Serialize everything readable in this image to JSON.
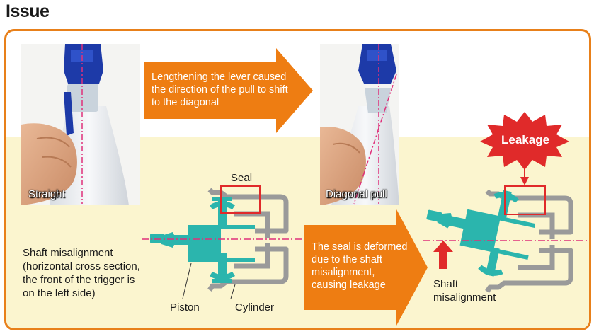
{
  "heading": "Issue",
  "photos": {
    "left_label": "Straight",
    "right_label": "Diagonal pull"
  },
  "top_arrow_text": [
    "Lengthening the lever caused",
    "the direction of the pull to shift",
    "to the diagonal"
  ],
  "left_diagram": {
    "seal_label": "Seal",
    "piston_label": "Piston",
    "cylinder_label": "Cylinder",
    "caption": [
      "Shaft misalignment",
      "(horizontal cross section,",
      "the front of the trigger is",
      "on the left side)"
    ]
  },
  "middle_arrow_text": [
    "The seal is deformed",
    "due to the shaft",
    "misalignment,",
    "causing leakage"
  ],
  "right_diagram": {
    "leakage_label": "Leakage",
    "shaft_label": [
      "Shaft",
      "misalignment"
    ]
  },
  "colors": {
    "frame": "#e8801a",
    "arrow": "#ee7d12",
    "teal": "#2bb5ad",
    "gray_part": "#9a9a9a",
    "highlight": "#e02a2a",
    "yellow_bg": "#fbf5cf"
  }
}
